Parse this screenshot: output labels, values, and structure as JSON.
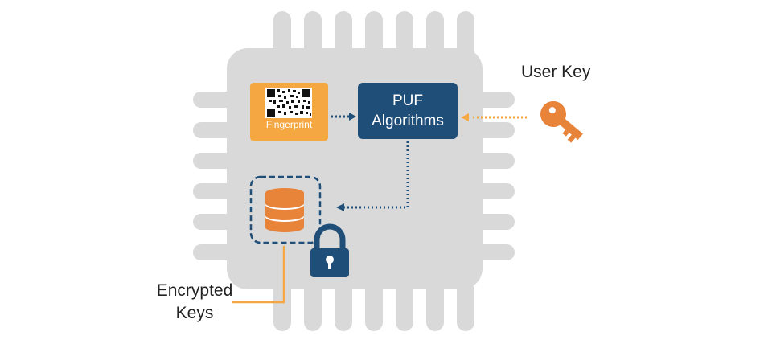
{
  "labels": {
    "user_key": "User Key",
    "encrypted_keys_line1": "Encrypted",
    "encrypted_keys_line2": "Keys",
    "fingerprint": "Fingerprint",
    "puf_line1": "PUF",
    "puf_line2": "Algorithms"
  },
  "icons": [
    "qr-code-icon",
    "key-icon",
    "database-icon",
    "lock-icon"
  ],
  "colors": {
    "chip": "#d9d9d9",
    "navy": "#1f4e79",
    "orange": "#f5a742",
    "key_orange": "#e8833a"
  }
}
